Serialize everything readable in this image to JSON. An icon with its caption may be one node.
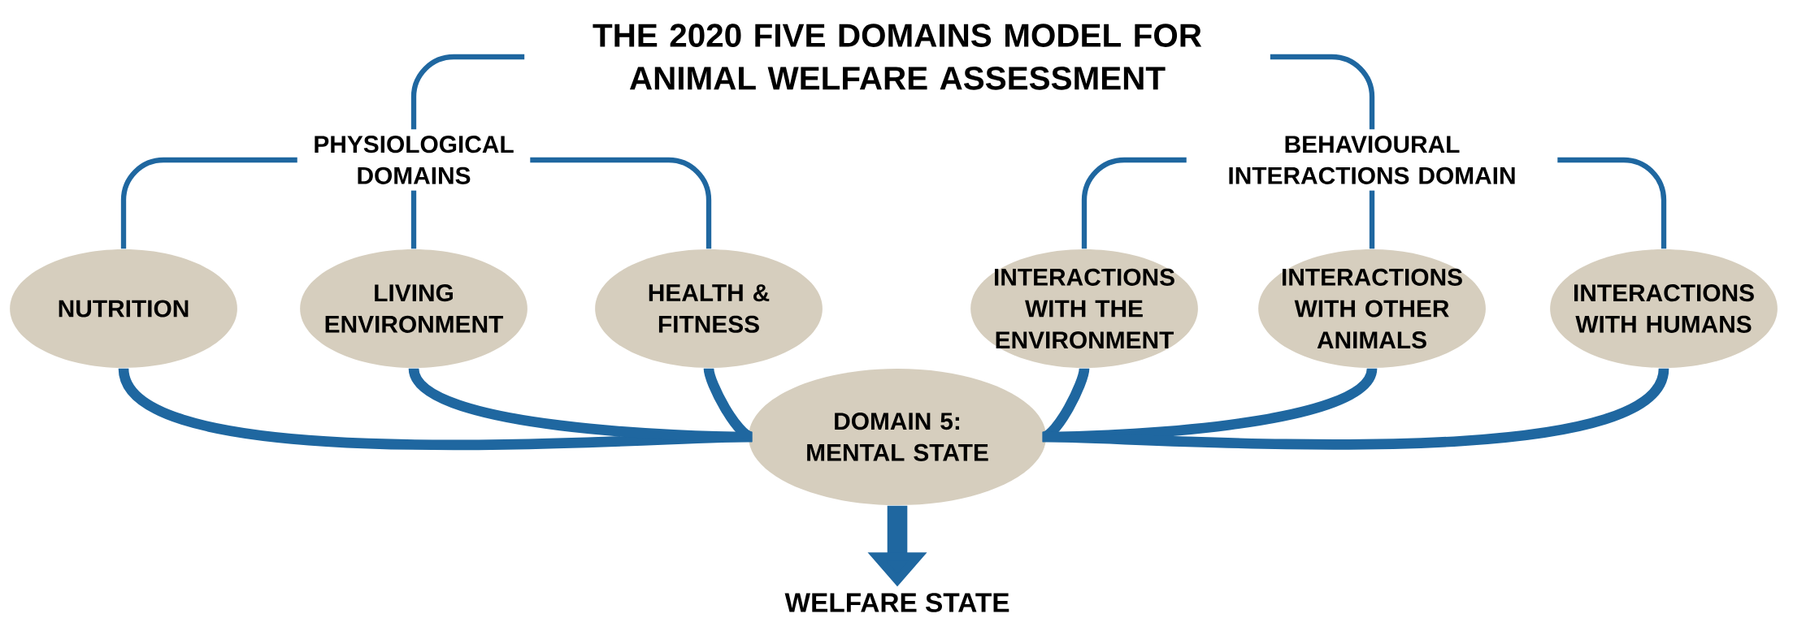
{
  "diagram": {
    "nodes": [
      {
        "text": [
          "THE 2020 FIVE DOMAINS MODEL FOR ANIMAL WELFARE ASSESSMENT"
        ]
      },
      {
        "text": [
          "PHYSIOLOGICAL DOMAINS"
        ]
      },
      {
        "text": [
          "BEHAVIOURAL INTERACTIONS DOMAIN"
        ]
      },
      {
        "text": [
          "NUTRITION"
        ]
      },
      {
        "text": [
          "LIVING ENVIRONMENT"
        ]
      },
      {
        "text": [
          "HEALTH & FITNESS"
        ]
      },
      {
        "text": [
          "INTERACTIONS WITH THE ENVIRONMENT"
        ]
      },
      {
        "text": [
          "INTERACTIONS WITH OTHER ANIMALS"
        ]
      },
      {
        "text": [
          "INTERACTIONS WITH HUMANS"
        ]
      },
      {
        "text": [
          "DOMAIN 5: MENTAL STATE"
        ]
      },
      {
        "text": [
          "WELFARE STATE"
        ]
      }
    ],
    "edges": [
      {
        "from": 0,
        "to": 1,
        "arrow": "none"
      },
      {
        "from": 0,
        "to": 2,
        "arrow": "none"
      },
      {
        "from": 1,
        "to": 3,
        "arrow": "none"
      },
      {
        "from": 1,
        "to": 4,
        "arrow": "none"
      },
      {
        "from": 1,
        "to": 5,
        "arrow": "none"
      },
      {
        "from": 2,
        "to": 6,
        "arrow": "none"
      },
      {
        "from": 2,
        "to": 7,
        "arrow": "none"
      },
      {
        "from": 2,
        "to": 8,
        "arrow": "none"
      },
      {
        "from": 3,
        "to": 9,
        "arrow": "none",
        "style": "thick"
      },
      {
        "from": 4,
        "to": 9,
        "arrow": "none",
        "style": "thick"
      },
      {
        "from": 5,
        "to": 9,
        "arrow": "none",
        "style": "thick"
      },
      {
        "from": 6,
        "to": 9,
        "arrow": "none",
        "style": "thick"
      },
      {
        "from": 7,
        "to": 9,
        "arrow": "none",
        "style": "thick"
      },
      {
        "from": 8,
        "to": 9,
        "arrow": "none",
        "style": "thick"
      },
      {
        "from": 9,
        "to": 10,
        "arrow": "to",
        "style": "thick"
      }
    ]
  }
}
